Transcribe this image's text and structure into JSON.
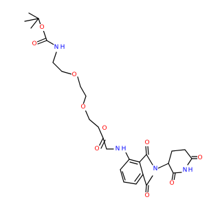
{
  "colors": {
    "carbon": "#000000",
    "oxygen": "#ff0000",
    "nitrogen": "#0000ff",
    "background": "#ffffff"
  },
  "atoms": [
    {
      "id": "O_boc_ester",
      "element": "O",
      "label": "O"
    },
    {
      "id": "O_boc_carbonyl",
      "element": "O",
      "label": "O"
    },
    {
      "id": "N_carbamate",
      "element": "N",
      "label": "N",
      "h": "H"
    },
    {
      "id": "O_ether1",
      "element": "O",
      "label": "O"
    },
    {
      "id": "O_ether2",
      "element": "O",
      "label": "O"
    },
    {
      "id": "O_ether3",
      "element": "O",
      "label": "O"
    },
    {
      "id": "O_amide",
      "element": "O",
      "label": "O"
    },
    {
      "id": "N_amide",
      "element": "N",
      "label": "N",
      "h": "H"
    },
    {
      "id": "O_imide_top",
      "element": "O",
      "label": "O"
    },
    {
      "id": "O_imide_bottom",
      "element": "O",
      "label": "O"
    },
    {
      "id": "N_imide",
      "element": "N",
      "label": "N"
    },
    {
      "id": "O_glut1",
      "element": "O",
      "label": "O"
    },
    {
      "id": "O_glut2",
      "element": "O",
      "label": "O"
    },
    {
      "id": "N_glut",
      "element": "N",
      "label": "N",
      "h": "H"
    }
  ]
}
